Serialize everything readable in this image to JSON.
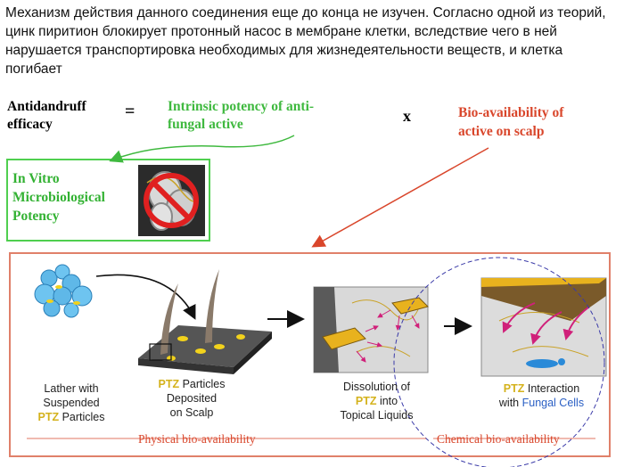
{
  "intro_text": "Механизм действия данного соединения еще до конца не изучен. Согласно одной из теорий, цинк пиритион блокирует протонный насос в мембране клетки, вследствие чего в ней нарушается транспортировка необходимых для жизнедеятельности веществ, и клетка погибает",
  "equation": {
    "left_line1": "Antidandruff",
    "left_line2": "efficacy",
    "equals": "=",
    "middle_line1": "Intrinsic potency of anti-",
    "middle_line2": "fungal active",
    "times": "x",
    "right_line1": "Bio-availability of",
    "right_line2": "active on scalp"
  },
  "invitro": {
    "line1": "In Vitro",
    "line2": "Microbiological",
    "line3": "Potency"
  },
  "steps": [
    {
      "lines": [
        "Lather with",
        "Suspended"
      ],
      "ptz": "PTZ",
      "tail": " Particles"
    },
    {
      "ptz": "PTZ",
      "first_tail": " Particles",
      "lines": [
        "Deposited",
        "on Scalp"
      ]
    },
    {
      "lines": [
        "Dissolution of"
      ],
      "ptz": "PTZ",
      "tail": " into",
      "last": "Topical Liquids"
    },
    {
      "ptz": "PTZ",
      "first_tail": " Interaction",
      "prefix": "with ",
      "highlight": "Fungal Cells"
    }
  ],
  "footer": {
    "physical": "Physical bio-availability",
    "chemical": "Chemical bio-availability"
  },
  "colors": {
    "green": "#3fb93f",
    "orange_red": "#d9462b",
    "ptz_yellow": "#d4b21c",
    "fungal_blue": "#2a5fc4",
    "panel_border": "#e0806a",
    "circle_dash": "#3a3aa8"
  }
}
